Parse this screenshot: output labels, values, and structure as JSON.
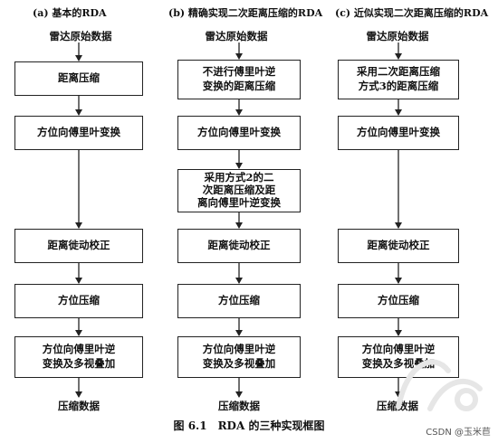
{
  "columns": [
    {
      "title": "(a) 基本的RDA",
      "start": "雷达原始数据",
      "steps": [
        "距离压缩",
        "方位向傅里叶变换",
        "距离徙动校正",
        "方位压缩",
        "方位向傅里叶逆\n变换及多视叠加"
      ],
      "end": "压缩数据"
    },
    {
      "title": "(b) 精确实现二次距离压缩的RDA",
      "start": "雷达原始数据",
      "steps": [
        "不进行傅里叶逆\n变换的距离压缩",
        "方位向傅里叶变换",
        "采用方式2的二\n次距离压缩及距\n离向傅里叶逆变换",
        "距离徙动校正",
        "方位压缩",
        "方位向傅里叶逆\n变换及多视叠加"
      ],
      "end": "压缩数据"
    },
    {
      "title": "(c) 近似实现二次距离压缩的RDA",
      "start": "雷达原始数据",
      "steps": [
        "采用二次距离压缩\n方式3的距离压缩",
        "方位向傅里叶变换",
        "距离徙动校正",
        "方位压缩",
        "方位向傅里叶逆\n变换及多视叠加"
      ],
      "end": "压缩数据"
    }
  ],
  "caption": "图 6.1　RDA 的三种实现框图",
  "watermark": "CSDN @玉米苣"
}
